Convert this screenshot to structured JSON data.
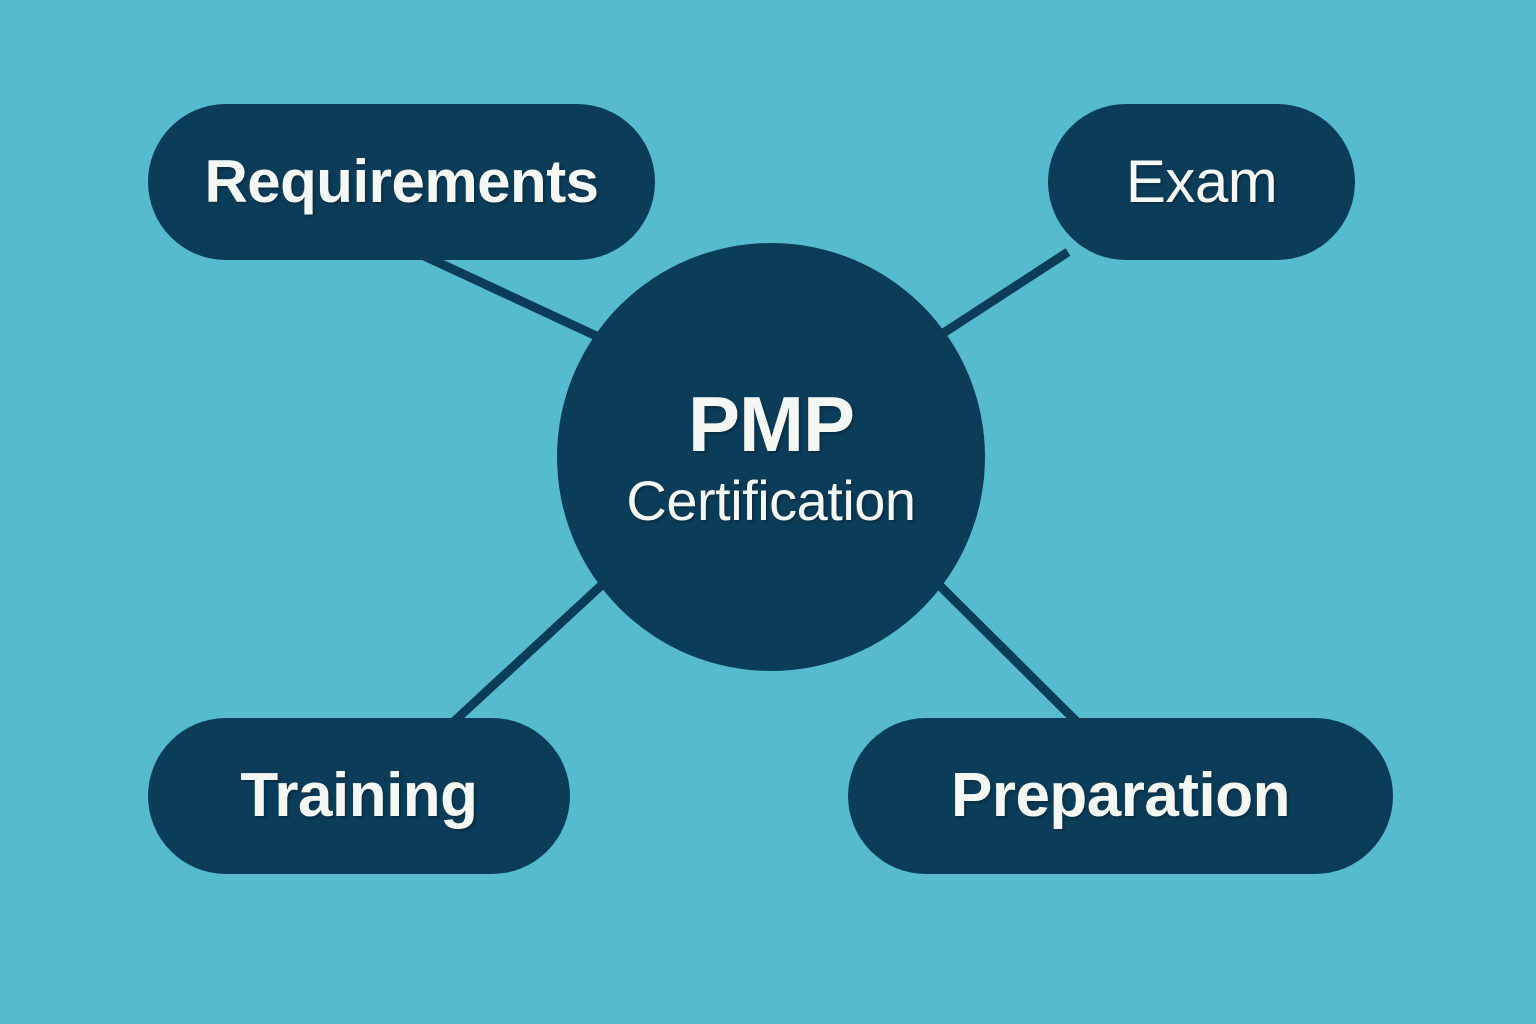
{
  "diagram": {
    "type": "hub-and-spoke",
    "title": "PMP Certification",
    "background_color": "#56BBCE",
    "node_color": "#0B3C59",
    "text_color": "#F5F7F2",
    "connector_color": "#0B3C59",
    "center": {
      "name": "center-node",
      "shape": "circle",
      "primary_label": "PMP",
      "secondary_label": "Certification"
    },
    "nodes": [
      {
        "id": "requirements",
        "label": "Requirements",
        "shape": "pill",
        "position": "top-left"
      },
      {
        "id": "exam",
        "label": "Exam",
        "shape": "pill",
        "position": "top-right"
      },
      {
        "id": "training",
        "label": "Training",
        "shape": "pill",
        "position": "bottom-left"
      },
      {
        "id": "preparation",
        "label": "Preparation",
        "shape": "pill",
        "position": "bottom-right"
      }
    ],
    "connectors": [
      {
        "from": "requirements",
        "to": "center-node"
      },
      {
        "from": "exam",
        "to": "center-node"
      },
      {
        "from": "training",
        "to": "center-node"
      },
      {
        "from": "preparation",
        "to": "center-node"
      }
    ]
  }
}
